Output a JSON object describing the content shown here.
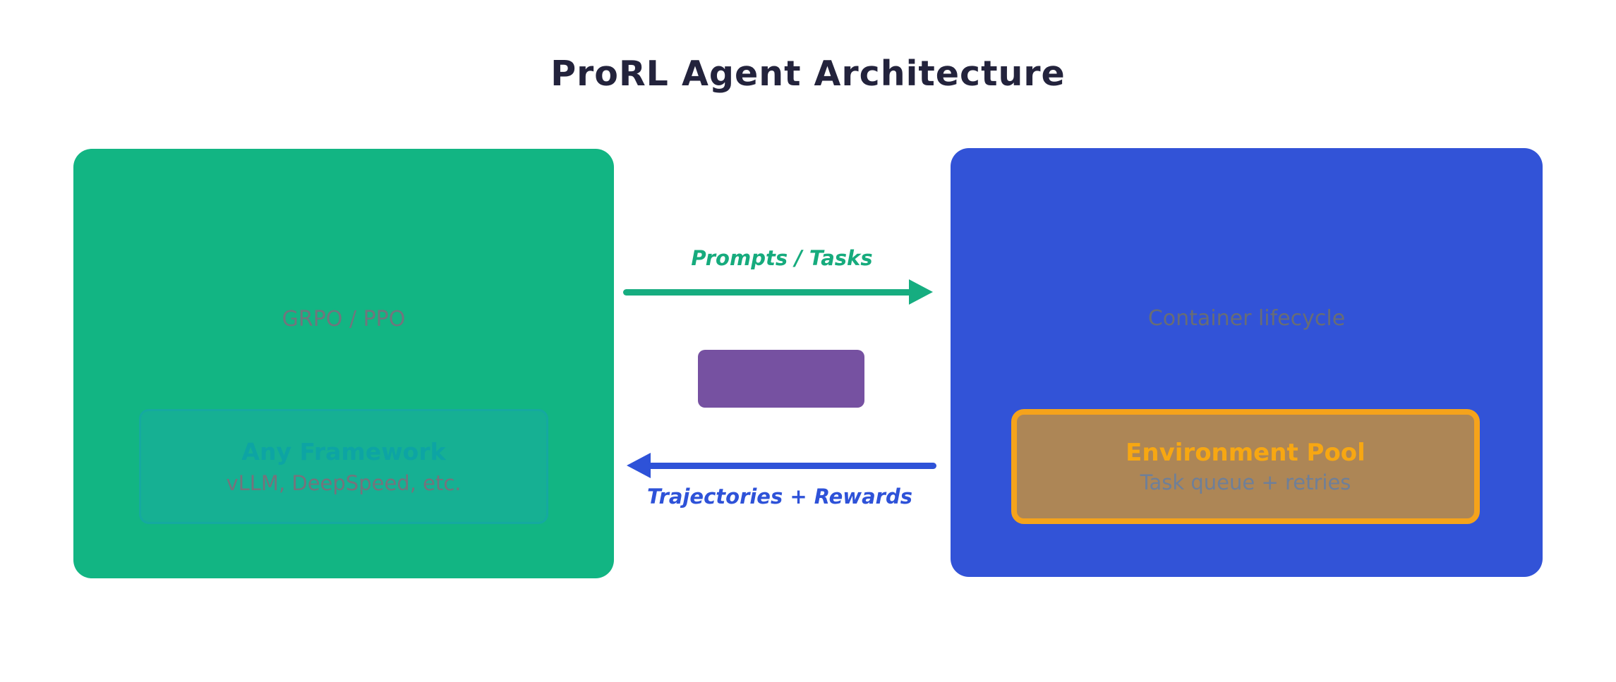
{
  "title": "ProRL Agent Architecture",
  "palette": {
    "trainer_green": "#12b583",
    "environment_blue": "#3253d7",
    "bridge_purple": "#7651a1",
    "pool_border_orange": "#f5a31b",
    "pool_fill_tan": "#ad8656",
    "framework_teal": "#16b093",
    "title_navy": "#23233c",
    "muted_gray": "#71757d"
  },
  "trainer": {
    "caption": "GRPO / PPO",
    "framework": {
      "title": "Any Framework",
      "subtitle": "vLLM, DeepSpeed, etc."
    }
  },
  "environment": {
    "caption": "Container lifecycle",
    "pool": {
      "title": "Environment Pool",
      "subtitle": "Task queue + retries"
    }
  },
  "flows": {
    "to_environment": {
      "label": "Prompts / Tasks",
      "direction": "right",
      "color": "#16ad80"
    },
    "to_trainer": {
      "label": "Trajectories + Rewards",
      "direction": "left",
      "color": "#2e52d8"
    }
  }
}
